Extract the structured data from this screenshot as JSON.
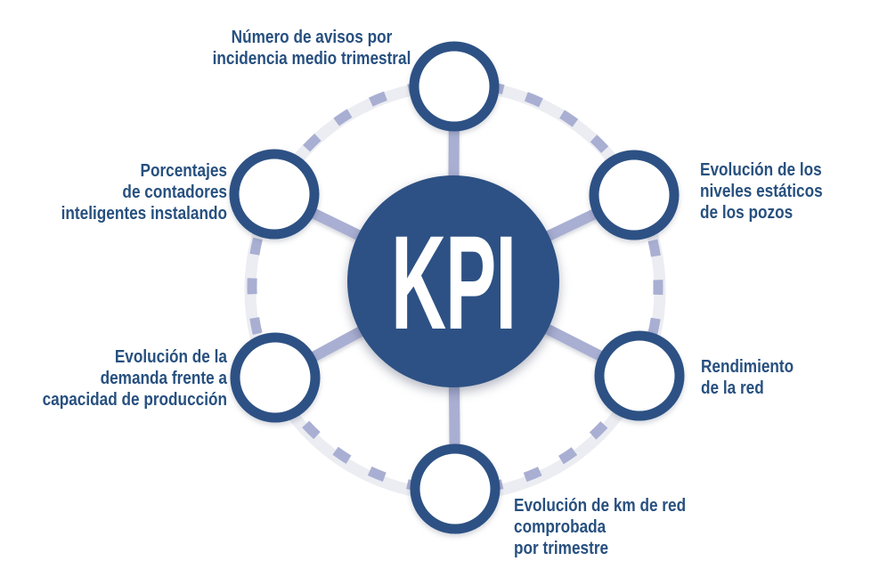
{
  "title": "KPI diagram",
  "center": {
    "label": "KPI"
  },
  "colors": {
    "primary_blue": "#2d5184",
    "accent_periwinkle": "#a9afd2",
    "text_blue": "#27507f",
    "shadow": "#dcdee8"
  },
  "labels": {
    "top": {
      "lines": [
        "Número de avisos por",
        "incidencia medio trimestral"
      ]
    },
    "upper_right": {
      "lines": [
        "Evolución de los",
        "niveles estáticos",
        "de los pozos"
      ]
    },
    "lower_right": {
      "lines": [
        "Rendimiento",
        "de la red"
      ]
    },
    "bottom": {
      "lines": [
        "Evolución de km de red comprobada",
        "por trimestre"
      ]
    },
    "lower_left": {
      "lines": [
        "Evolución de la",
        "demanda frente a",
        "capacidad de producción"
      ]
    },
    "upper_left": {
      "lines": [
        "Porcentajes",
        "de contadores",
        "inteligentes instalando"
      ]
    }
  }
}
